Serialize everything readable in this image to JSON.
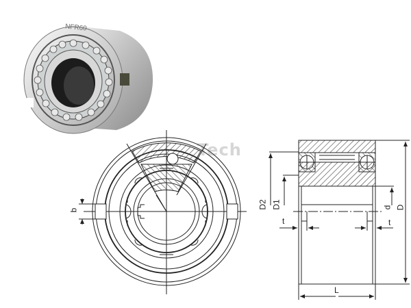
{
  "product": {
    "model_marking": "NFR60",
    "watermark": "Tech"
  },
  "front_view": {
    "dimension_labels": {
      "keyway_width": "b"
    }
  },
  "side_view": {
    "dimension_labels": {
      "D2": "D2",
      "D1": "D1",
      "d": "d",
      "D": "D",
      "t_left": "t",
      "t_right": "t",
      "L": "L"
    }
  },
  "colors": {
    "line": "#222222",
    "hatch": "#444444",
    "watermark": "#d6d6d6",
    "metal_light": "#e4e4e4",
    "metal_dark": "#6a6a6a"
  }
}
